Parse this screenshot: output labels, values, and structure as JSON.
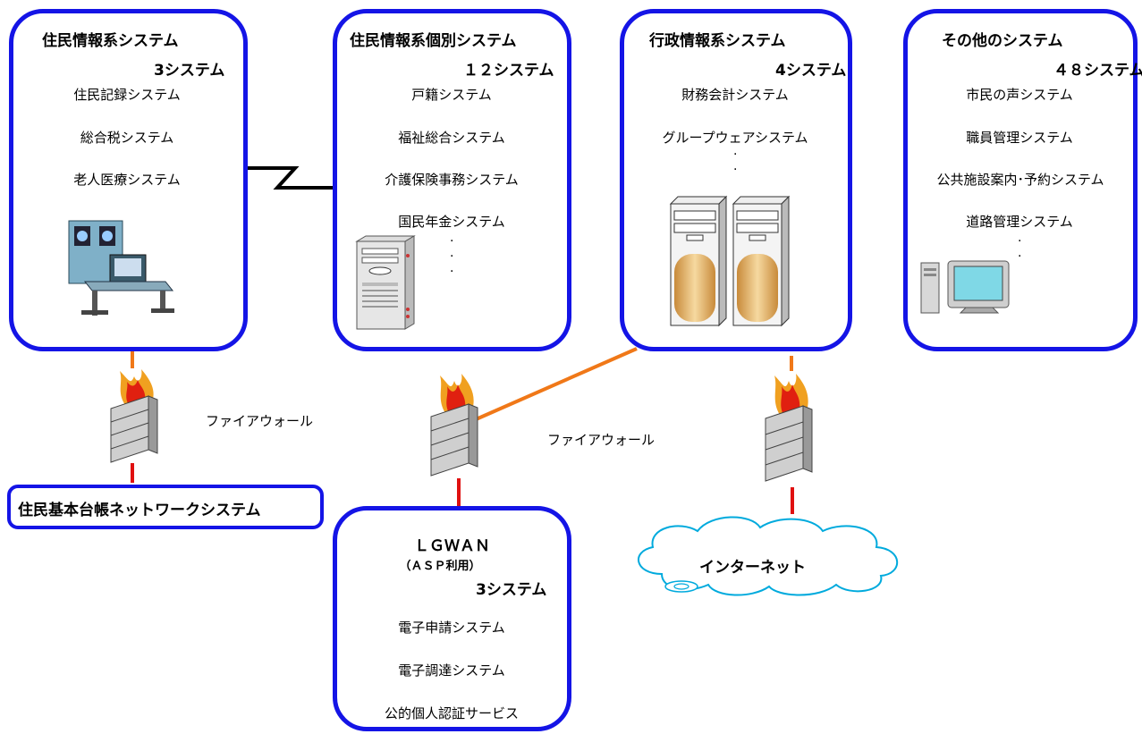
{
  "groups": {
    "juumin": {
      "title": "住民情報系システム",
      "count": "3システム",
      "items": [
        "住民記録システム",
        "総合税システム",
        "老人医療システム"
      ]
    },
    "kobetsu": {
      "title": "住民情報系個別システム",
      "count": "１２システム",
      "items": [
        "戸籍システム",
        "福祉総合システム",
        "介護保険事務システム",
        "国民年金システム"
      ]
    },
    "gyousei": {
      "title": "行政情報系システム",
      "count": "4システム",
      "items": [
        "財務会計システム",
        "グループウェアシステム"
      ]
    },
    "sonota": {
      "title": "その他のシステム",
      "count": "４８システム",
      "items": [
        "市民の声システム",
        "職員管理システム",
        "公共施設案内･予約システム",
        "道路管理システム"
      ]
    },
    "lgwan": {
      "title": "ＬＧＷＡＮ",
      "subtitle": "（ＡＳＰ利用）",
      "count": "3システム",
      "items": [
        "電子申請システム",
        "電子調達システム",
        "公的個人認証サービス"
      ]
    }
  },
  "juki_net": "住民基本台帳ネットワークシステム",
  "firewall_label_left": "ファイアウォール",
  "firewall_label_center": "ファイアウォール",
  "internet": "インターネット",
  "colors": {
    "box_border": "#1414e6",
    "line_orange": "#f07818",
    "line_red": "#e01010"
  },
  "icons": [
    "mainframe-icon",
    "server-tower-icon",
    "server-pair-icon",
    "desktop-pc-icon",
    "firewall-icon",
    "cloud-icon"
  ]
}
